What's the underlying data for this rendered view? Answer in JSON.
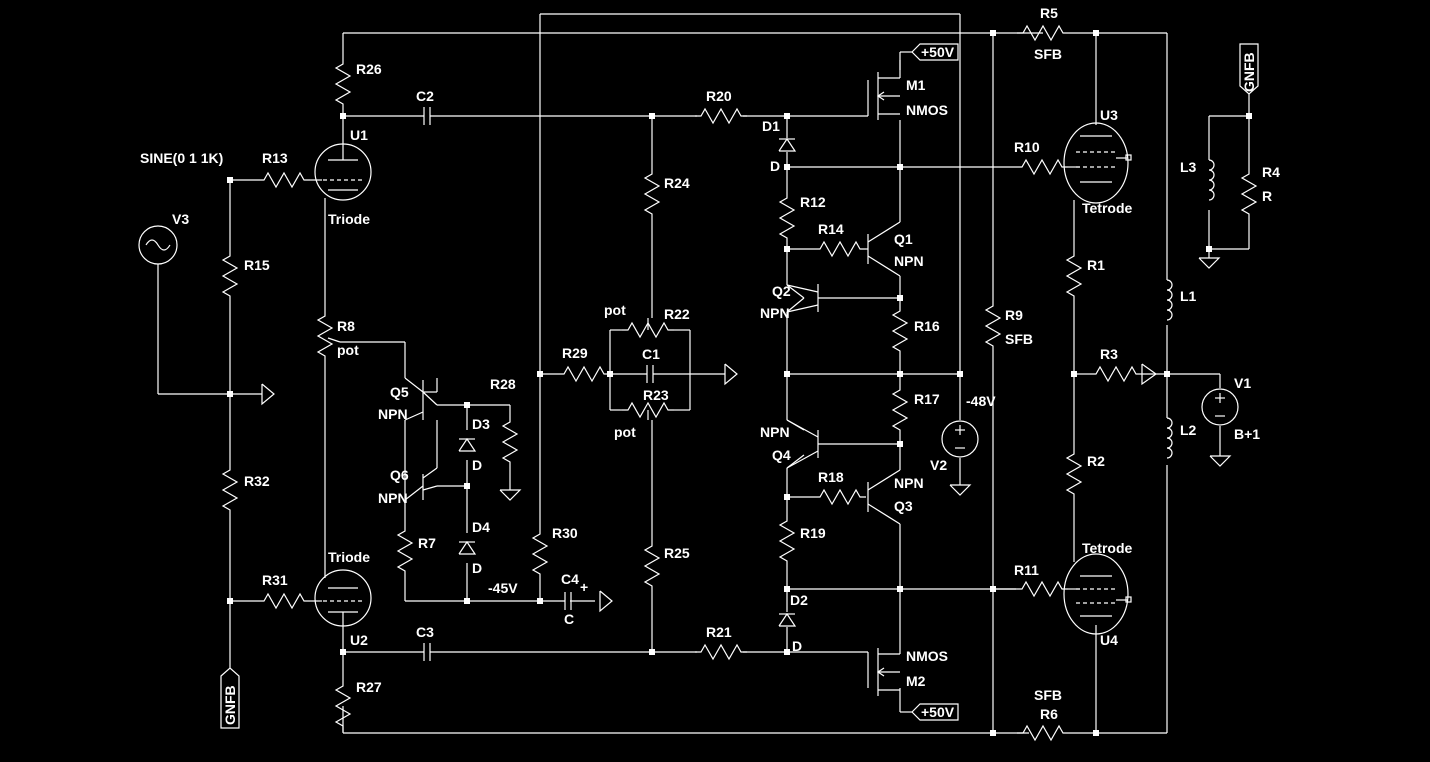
{
  "schematic": {
    "background": "#000000",
    "wire_color": "#ffffff",
    "labels": {
      "R1": "R1",
      "R2": "R2",
      "R3": "R3",
      "R4": "R4",
      "R4_val": "R",
      "R5": "R5",
      "R5_val": "SFB",
      "R6": "R6",
      "R6_val": "SFB",
      "R7": "R7",
      "R8": "R8",
      "R8_val": "pot",
      "R9": "R9",
      "R9_val": "SFB",
      "R10": "R10",
      "R11": "R11",
      "R12": "R12",
      "R13": "R13",
      "R14": "R14",
      "R15": "R15",
      "R16": "R16",
      "R17": "R17",
      "R18": "R18",
      "R19": "R19",
      "R20": "R20",
      "R21": "R21",
      "R22": "R22",
      "R22_val": "pot",
      "R23": "R23",
      "R23_val": "pot",
      "R24": "R24",
      "R25": "R25",
      "R26": "R26",
      "R27": "R27",
      "R28": "R28",
      "R29": "R29",
      "R30": "R30",
      "R31": "R31",
      "R32": "R32",
      "C1": "C1",
      "C2": "C2",
      "C3": "C3",
      "C4": "C4",
      "C4_val": "C",
      "D1": "D1",
      "D1_val": "D",
      "D2": "D2",
      "D2_val": "D",
      "D3": "D3",
      "D3_val": "D",
      "D4": "D4",
      "D4_val": "D",
      "Q1": "Q1",
      "Q2": "Q2",
      "Q3": "Q3",
      "Q4": "Q4",
      "Q5": "Q5",
      "Q6": "Q6",
      "npn": "NPN",
      "M1": "M1",
      "M2": "M2",
      "nmos": "NMOS",
      "U1": "U1",
      "U2": "U2",
      "U3": "U3",
      "U4": "U4",
      "triode": "Triode",
      "tetrode": "Tetrode",
      "L1": "L1",
      "L2": "L2",
      "L3": "L3",
      "V1": "V1",
      "V1_val": "B+1",
      "V2": "V2",
      "V2_val": "-48V",
      "V3": "V3",
      "V3_val": "SINE(0 1 1K)",
      "plus50": "+50V",
      "minus45": "-45V",
      "gnfb": "GNFB",
      "plus": "+"
    }
  }
}
